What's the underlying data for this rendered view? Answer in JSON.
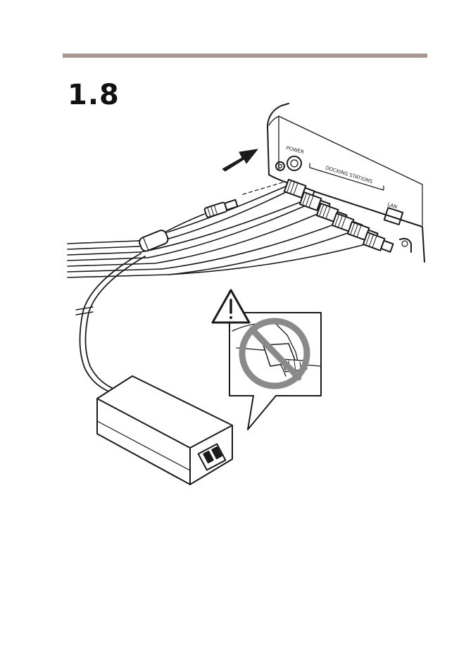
{
  "step": {
    "number": "1.8"
  },
  "device_labels": {
    "power": "POWER",
    "docking_stations": "DOCKING STATIONS",
    "lan": "LAN"
  },
  "colors": {
    "rule": "#a89890",
    "prohibition": "#8a8a8a",
    "ink": "#1a1a1a"
  },
  "icons": [
    "warning-triangle-icon",
    "prohibition-icon",
    "insert-arrow-icon"
  ]
}
